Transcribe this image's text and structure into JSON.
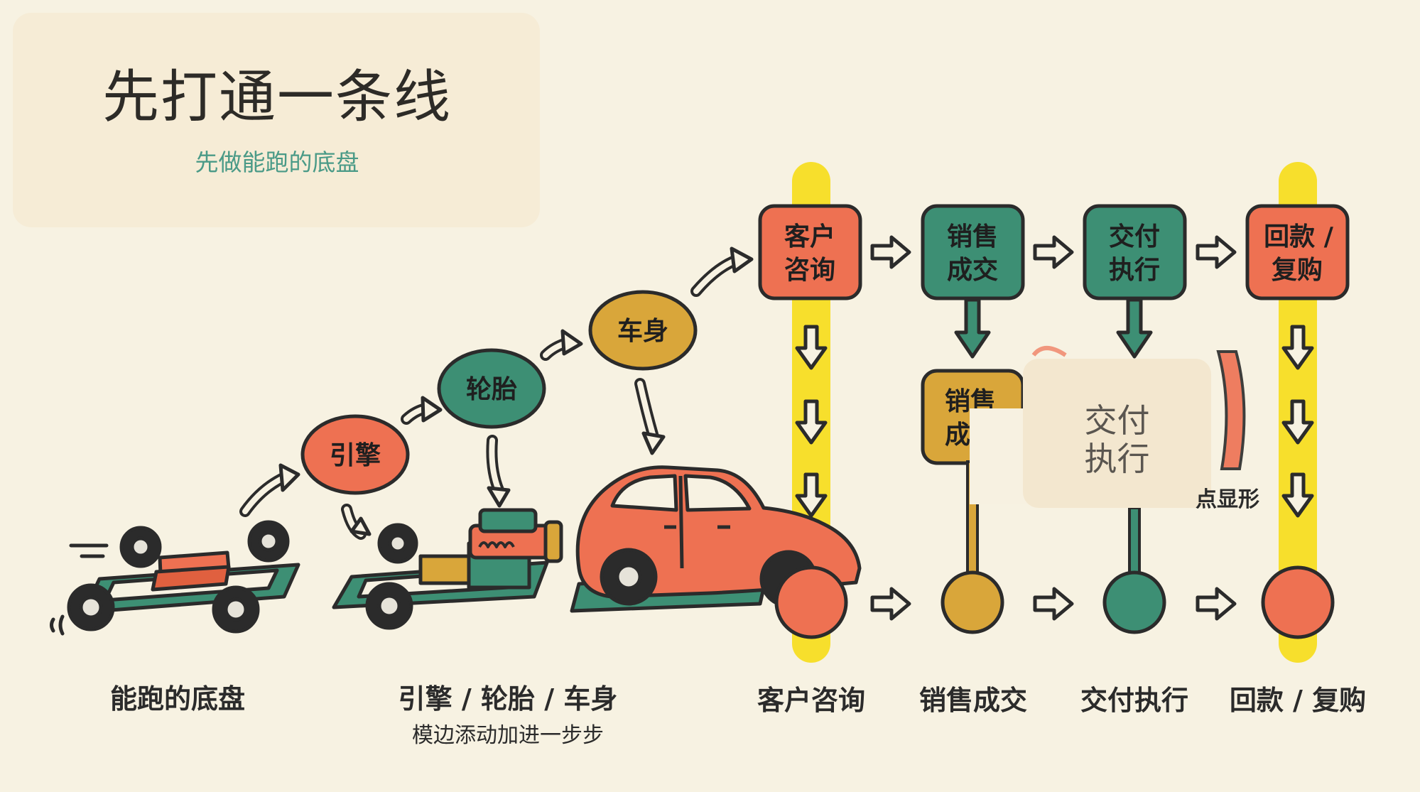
{
  "title": "先打通一条线",
  "subtitle": "先做能跑的底盘",
  "nodes": {
    "engine": "引擎",
    "tires": "轮胎",
    "body": "车身",
    "consult_line1": "客户",
    "consult_line2": "咨询",
    "sales_line1": "销售",
    "sales_line2": "成交",
    "delivery_line1": "交付",
    "delivery_line2": "执行",
    "payback_line1": "回款 /",
    "payback_line2": "复购",
    "sales_partial_line1": "销售",
    "sales_partial_line2": "成"
  },
  "overlay": {
    "line1": "交付",
    "line2": "执行",
    "partial": "点显形"
  },
  "labels": {
    "chassis": "能跑的底盘",
    "modules": "引擎 / 轮胎 / 车身",
    "modules_sub": "模边添动加进一步步",
    "consult": "客户咨询",
    "sales": "销售成交",
    "delivery": "交付执行",
    "payback": "回款 / 复购"
  },
  "colors": {
    "orange": "#ee7152",
    "green": "#3d8f74",
    "mustard": "#d9a63a",
    "yellow": "#f7df2c",
    "outline": "#2b2b2b",
    "bg": "#f7f2e2"
  }
}
